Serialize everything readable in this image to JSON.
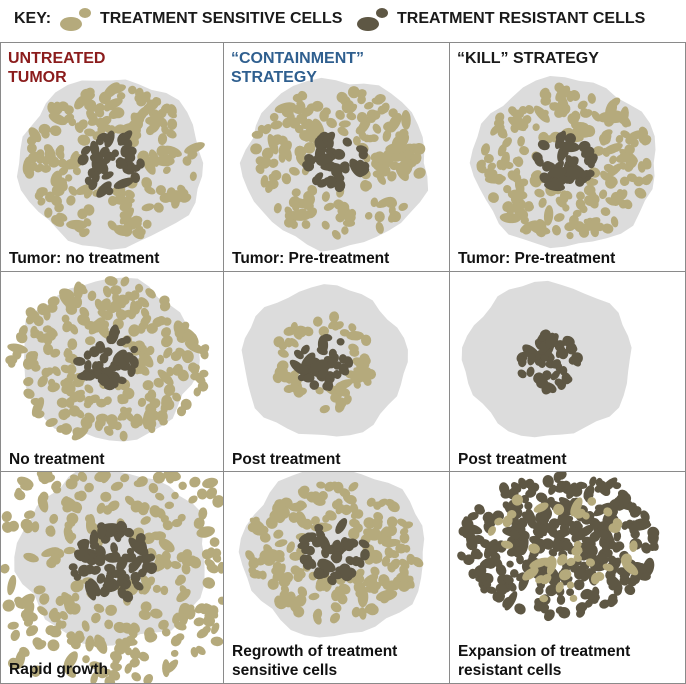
{
  "key": {
    "label": "KEY:",
    "sensitive_label": "TREATMENT SENSITIVE CELLS",
    "resistant_label": "TREATMENT RESISTANT CELLS"
  },
  "colors": {
    "sensitive": "#b5aa7c",
    "resistant": "#5e5744",
    "tumor_bg": "#dcdcdc",
    "untreated_header": "#8b1c1c",
    "containment_header": "#2f5f8f",
    "kill_header": "#1a1a1a"
  },
  "columns": [
    {
      "header_line1": "UNTREATED",
      "header_line2": "TUMOR"
    },
    {
      "header_line1": "“CONTAINMENT”",
      "header_line2": "STRATEGY"
    },
    {
      "header_line1": "“KILL” STRATEGY",
      "header_line2": ""
    }
  ],
  "captions": {
    "r1c1": "Tumor: no treatment",
    "r1c2": "Tumor: Pre-treatment",
    "r1c3": "Tumor: Pre-treatment",
    "r2c1": "No treatment",
    "r2c2": "Post treatment",
    "r2c3": "Post treatment",
    "r3c1": "Rapid growth",
    "r3c2_line1": "Regrowth of treatment",
    "r3c2_line2": "sensitive cells",
    "r3c3_line1": "Expansion of treatment",
    "r3c3_line2": "resistant cells"
  }
}
